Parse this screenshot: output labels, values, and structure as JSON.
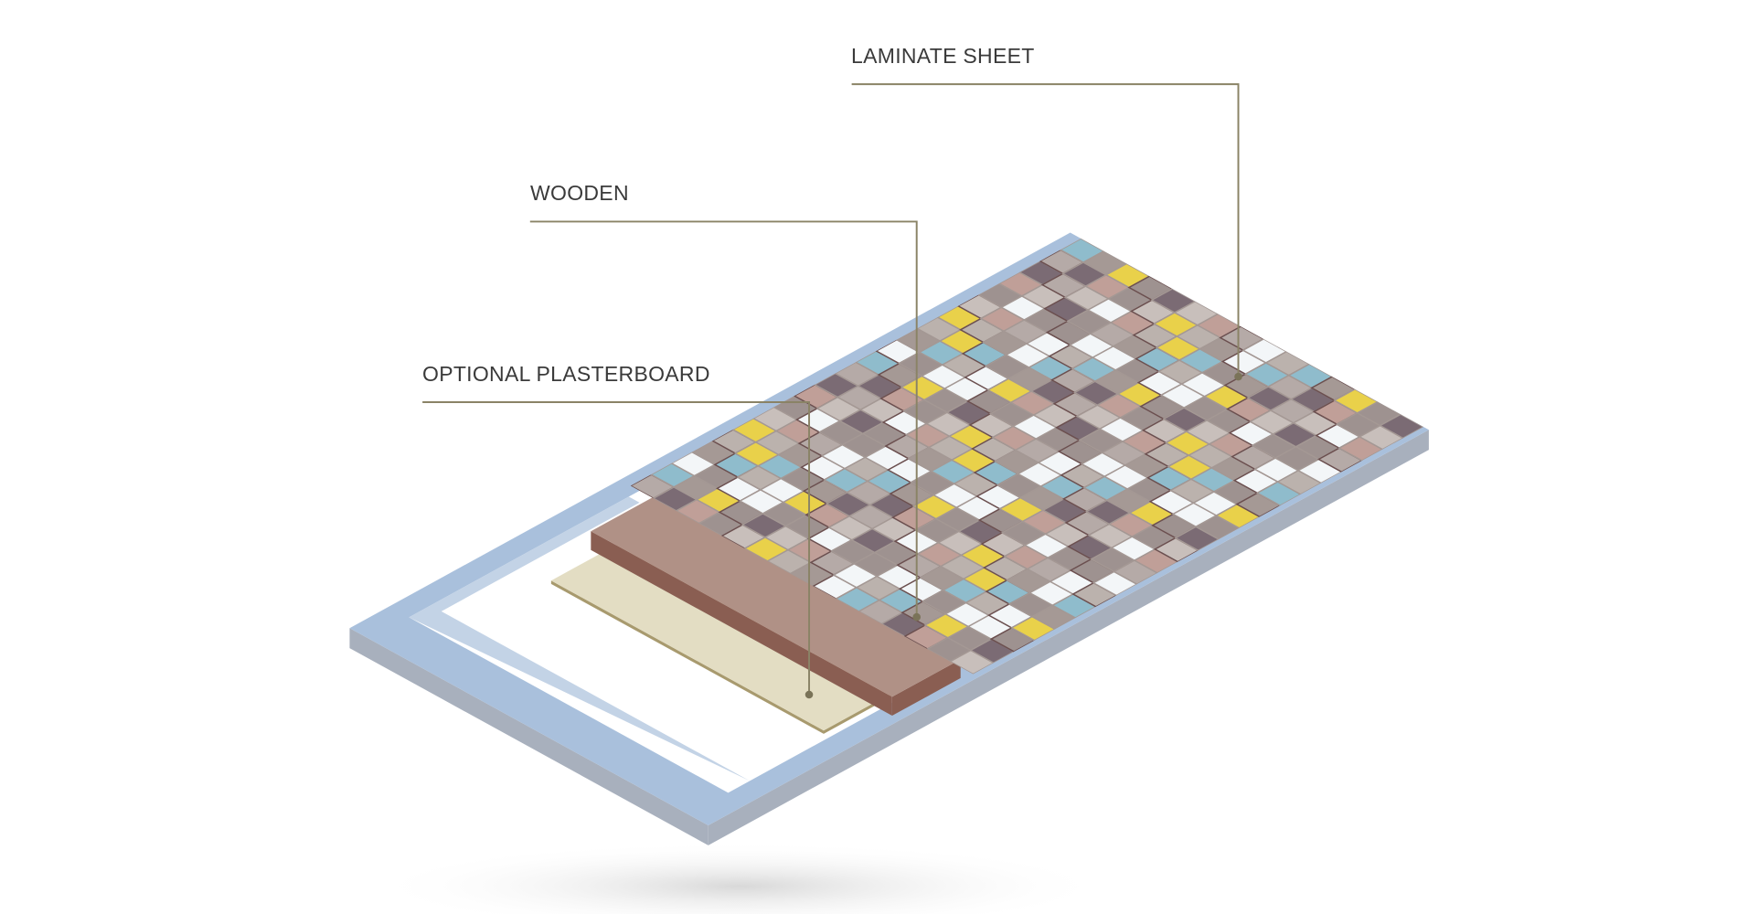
{
  "labels": {
    "laminate": "LAMINATE SHEET",
    "wooden": "WOODEN",
    "plasterboard": "OPTIONAL PLASTERBOARD"
  },
  "colors": {
    "frame_top": "#a9c0dc",
    "frame_side": "#a8b0bd",
    "wood_top": "#b09186",
    "wood_side": "#8a5e52",
    "plaster_top": "#e3ddc3",
    "leader": "#8a8366",
    "tiles": [
      "#b5aaa7",
      "#a59995",
      "#c8bfbb",
      "#7b6b74",
      "#f3f6f8",
      "#e9d14a",
      "#c09f98",
      "#8fbccc",
      "#bbb2ad",
      "#9e9290"
    ]
  }
}
